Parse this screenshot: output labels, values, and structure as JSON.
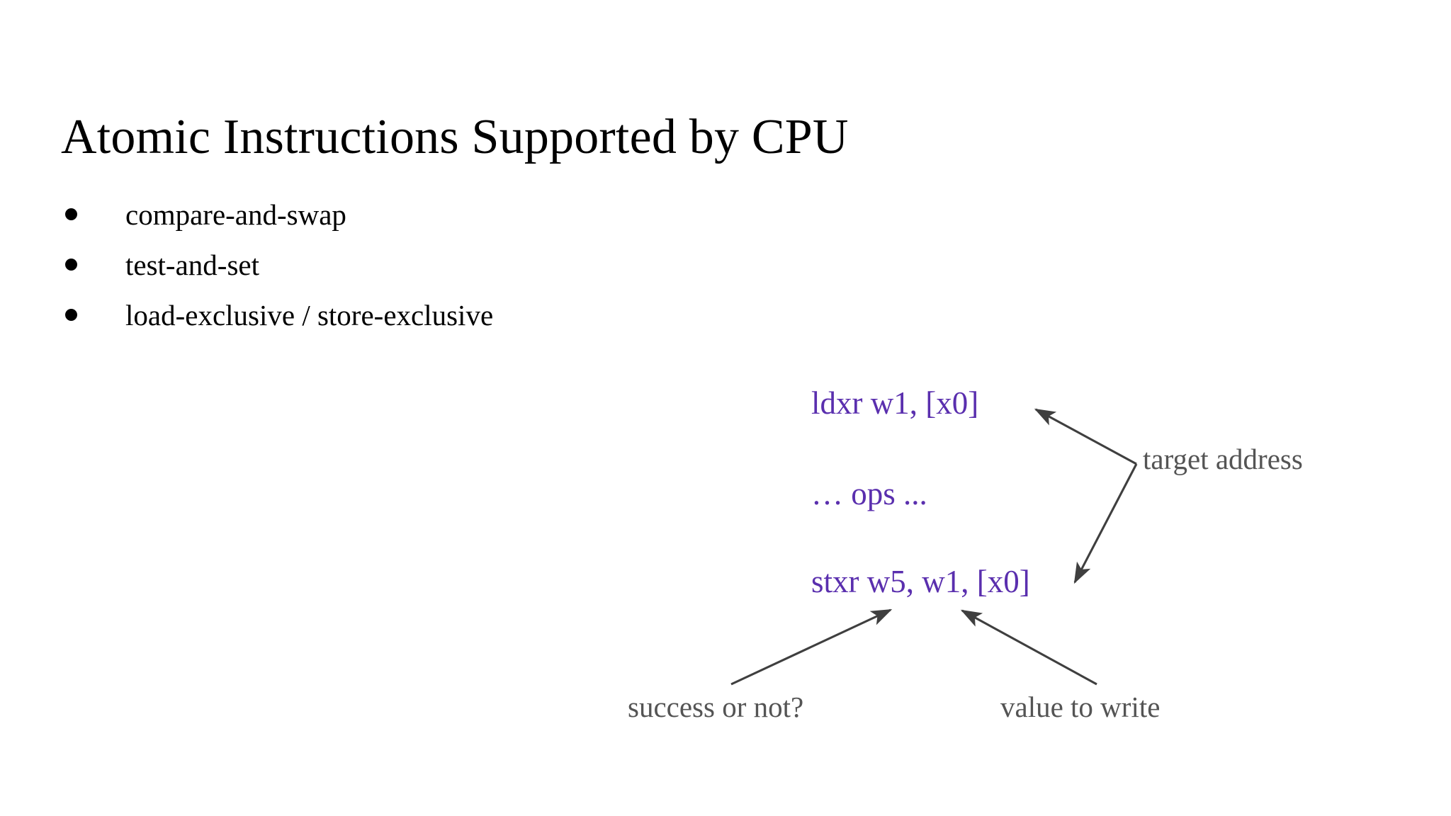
{
  "slide": {
    "title": "Atomic Instructions Supported by CPU",
    "background_color": "#ffffff"
  },
  "bullets": [
    {
      "marker": "bullet-dot-icon",
      "label": "compare-and-swap"
    },
    {
      "marker": "bullet-dot-icon",
      "label": "test-and-set"
    },
    {
      "marker": "bullet-dot-icon",
      "label": "load-exclusive / store-exclusive"
    }
  ],
  "code_block": {
    "color": "#5a2fae",
    "lines": [
      "ldxr w1, [x0]",
      "… ops ...",
      "stxr w5, w1, [x0]"
    ]
  },
  "annotations": {
    "color": "#545454",
    "target_address": "target address",
    "success_or_not": "success or not?",
    "value_to_write": "value to write"
  },
  "arrows": {
    "color": "#3f3f3f",
    "items": [
      {
        "name": "arrow-target-address-to-ldxr",
        "from": "target address",
        "to": "ldxr w1, [x0]"
      },
      {
        "name": "arrow-target-address-to-stxr",
        "from": "target address",
        "to": "stxr w5, w1, [x0]"
      },
      {
        "name": "arrow-success-to-w5",
        "from": "success or not?",
        "to": "w5"
      },
      {
        "name": "arrow-value-to-w1",
        "from": "value to write",
        "to": "w1"
      }
    ]
  }
}
